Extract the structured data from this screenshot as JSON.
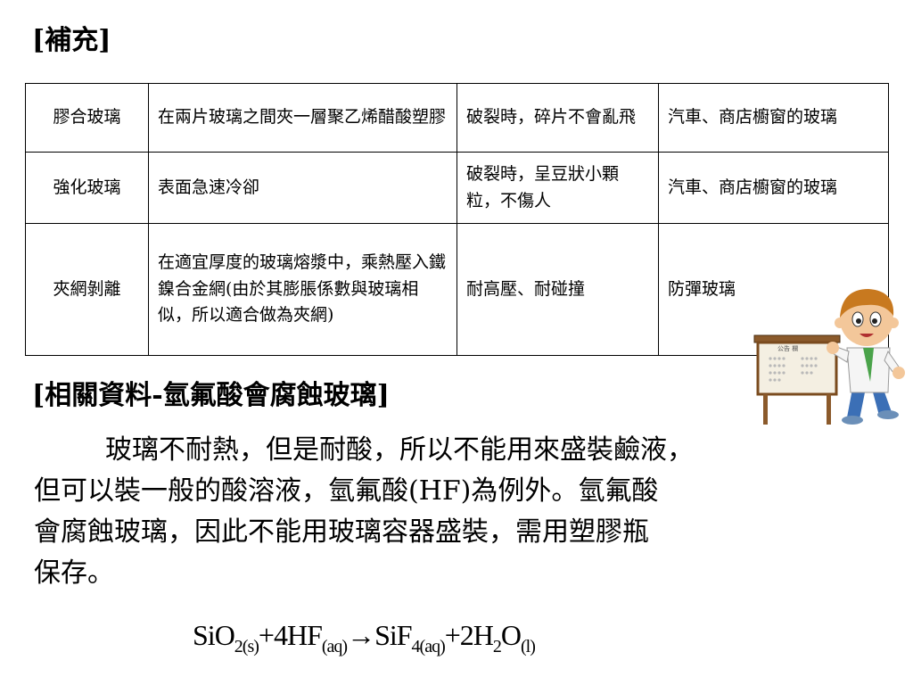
{
  "supplement_heading": "[補充]",
  "table": {
    "rows": [
      [
        "膠合玻璃",
        "在兩片玻璃之間夾一層聚乙烯醋酸塑膠",
        "破裂時，碎片不會亂飛",
        "汽車、商店櫥窗的玻璃"
      ],
      [
        "強化玻璃",
        "表面急速冷卻",
        "破裂時，呈豆狀小顆粒，不傷人",
        "汽車、商店櫥窗的玻璃"
      ],
      [
        "夾網剝離",
        "在適宜厚度的玻璃熔漿中，乘熱壓入鐵鎳合金網(由於其膨脹係數與玻璃相似，所以適合做為夾網)",
        "耐高壓、耐碰撞",
        "防彈玻璃"
      ]
    ]
  },
  "related_heading": "[相關資料-氫氟酸會腐蝕玻璃]",
  "paragraph_lines": [
    "玻璃不耐熱，但是耐酸，所以不能用來盛裝鹼液，",
    "但可以裝一般的酸溶液，氫氟酸(HF)為例外。氫氟酸",
    "會腐蝕玻璃，因此不能用玻璃容器盛裝，需用塑膠瓶",
    "保存。"
  ],
  "equation": {
    "r1": "SiO",
    "r1_sub": "2(s)",
    "plus1": "+4HF",
    "r2_sub": "(aq)",
    "arrow": "→",
    "p1": "SiF",
    "p1_sub": "4(aq)",
    "plus2": "+2H",
    "p2_sub": "2",
    "p2_tail": "O",
    "p2_state": "(l)"
  },
  "mascot": {
    "icon": "cartoon-boy-with-notice-board-icon",
    "board_text": "公告 欄"
  }
}
